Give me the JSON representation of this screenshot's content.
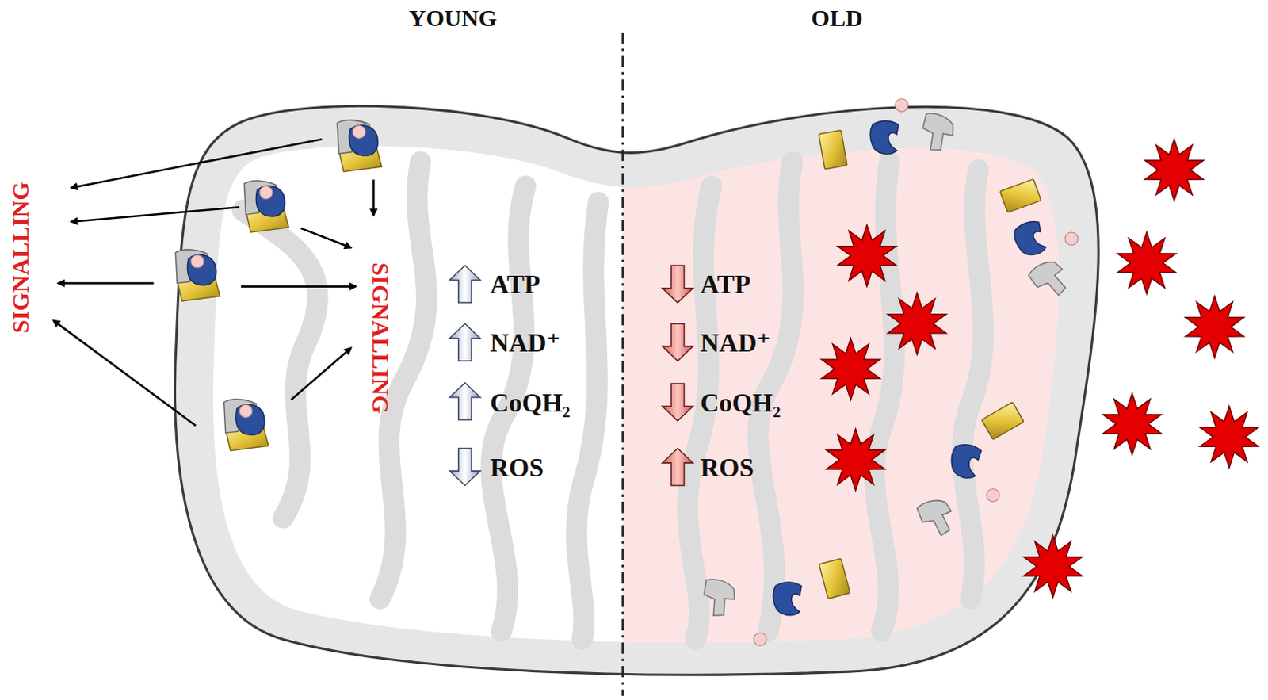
{
  "diagram": {
    "labels": [
      "YOUNG",
      "OLD",
      "SIGNALLING",
      "SIGNALLING",
      "ATP",
      "NAD⁺",
      "CoQH₂",
      "ROS",
      "ATP",
      "NAD⁺",
      "CoQH₂",
      "ROS"
    ]
  }
}
